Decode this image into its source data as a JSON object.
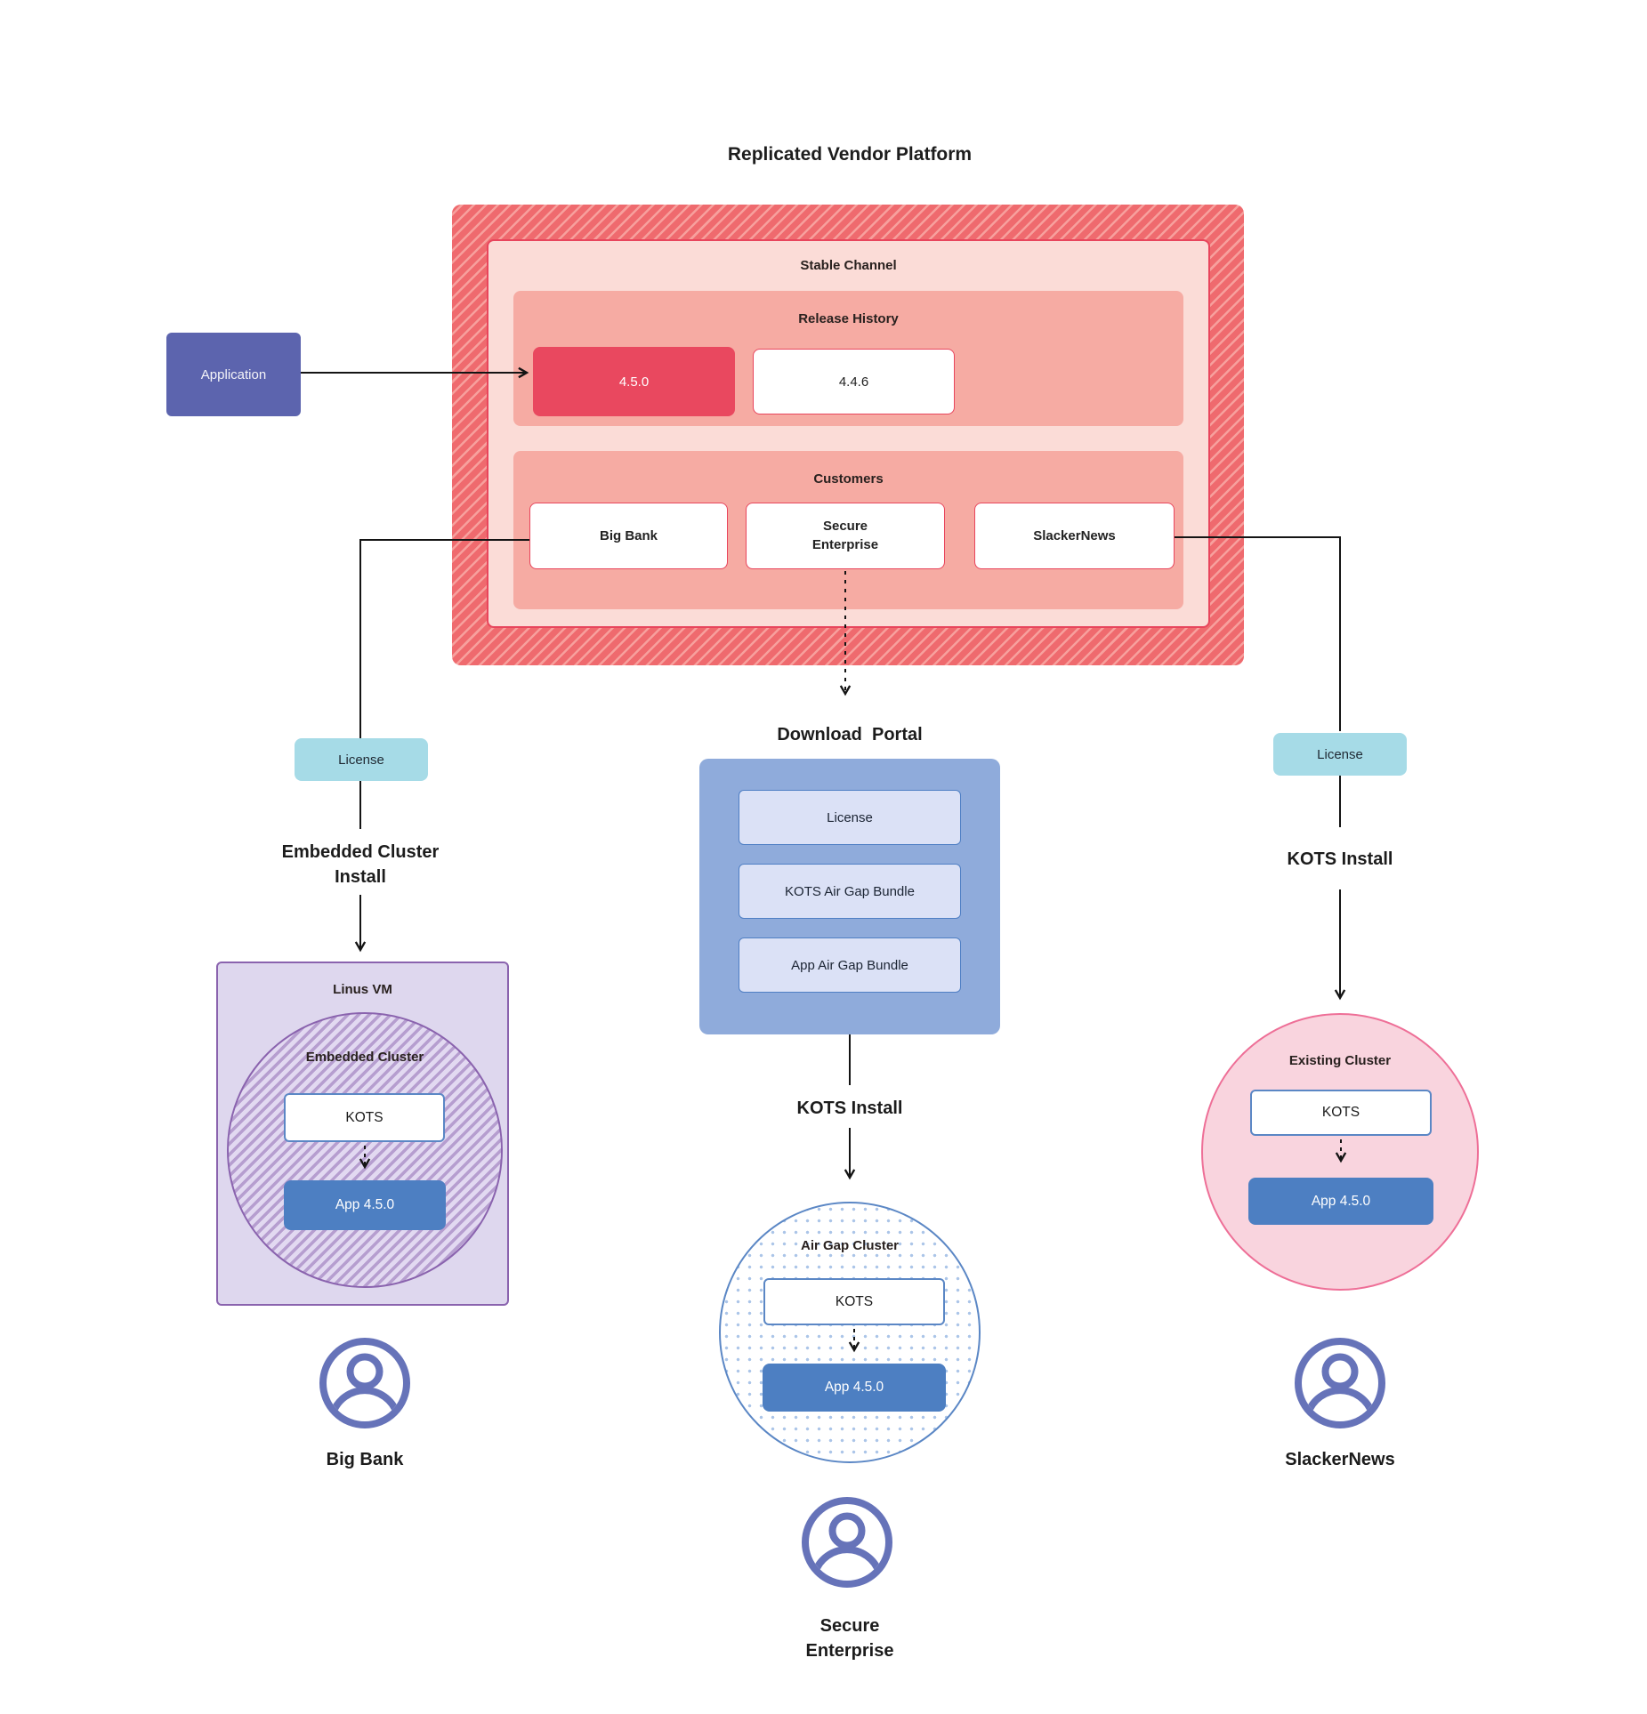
{
  "title": "Replicated Vendor Platform",
  "application": {
    "label": "Application"
  },
  "platform": {
    "stable_channel": "Stable Channel",
    "release_history": {
      "label": "Release History",
      "current_version": "4.5.0",
      "previous_version": "4.4.6"
    },
    "customers": {
      "label": "Customers",
      "big_bank": "Big Bank",
      "secure_enterprise": "Secure\nEnterprise",
      "slackernews": "SlackerNews"
    }
  },
  "left_flow": {
    "license": "License",
    "install_label": "Embedded Cluster\nInstall",
    "vm_label": "Linus VM",
    "cluster_label": "Embedded Cluster",
    "kots": "KOTS",
    "app": "App 4.5.0",
    "customer": "Big Bank"
  },
  "center_flow": {
    "portal_label": "Download  Portal",
    "portal_items": {
      "license": "License",
      "kots_bundle": "KOTS Air Gap Bundle",
      "app_bundle": "App Air Gap Bundle"
    },
    "install_label": "KOTS Install",
    "cluster_label": "Air Gap Cluster",
    "kots": "KOTS",
    "app": "App 4.5.0",
    "customer": "Secure\nEnterprise"
  },
  "right_flow": {
    "license": "License",
    "install_label": "KOTS Install",
    "cluster_label": "Existing Cluster",
    "kots": "KOTS",
    "app": "App 4.5.0",
    "customer": "SlackerNews"
  },
  "colors": {
    "platform_red": "#ef6a6e",
    "platform_stripe": "#f7a09d",
    "stable_pink": "#fbdcd7",
    "salmon": "#f6aba3",
    "release_red": "#e9485f",
    "red_border": "#e8455c",
    "application_purple": "#5c64ae",
    "license_teal": "#a6dbe7",
    "portal_blue": "#8fabdb",
    "portal_item_blue": "#dbe1f6",
    "app_blue": "#4d7fc2",
    "kots_border_blue": "#5b87c5",
    "vm_purple": "#ded7ee",
    "vm_border_purple": "#8a63ae",
    "existing_pink": "#f9d4de",
    "existing_border": "#ee6f97",
    "user_icon_purple": "#6673b9",
    "wire_black": "#141414"
  }
}
